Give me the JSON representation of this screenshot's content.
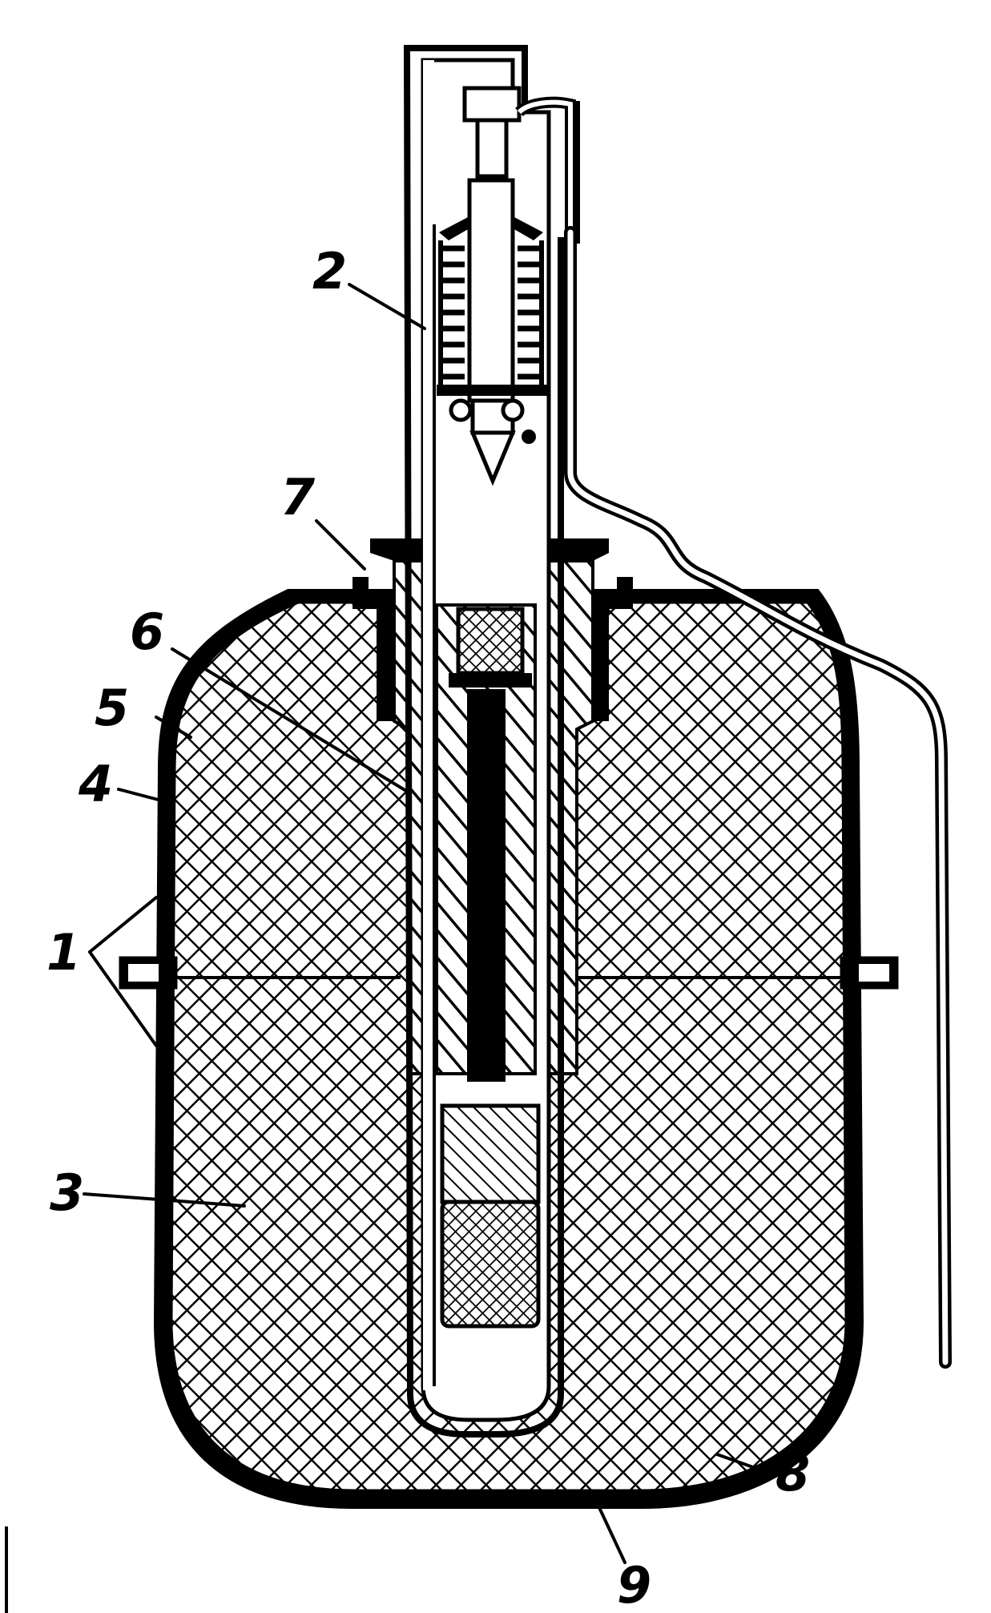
{
  "colors": {
    "ink": "#000000",
    "paper": "#ffffff"
  },
  "callouts": [
    {
      "id": "1",
      "label": "1"
    },
    {
      "id": "2",
      "label": "2"
    },
    {
      "id": "3",
      "label": "3"
    },
    {
      "id": "4",
      "label": "4"
    },
    {
      "id": "5",
      "label": "5"
    },
    {
      "id": "6",
      "label": "6"
    },
    {
      "id": "7",
      "label": "7"
    },
    {
      "id": "8",
      "label": "8"
    },
    {
      "id": "9",
      "label": "9"
    }
  ]
}
